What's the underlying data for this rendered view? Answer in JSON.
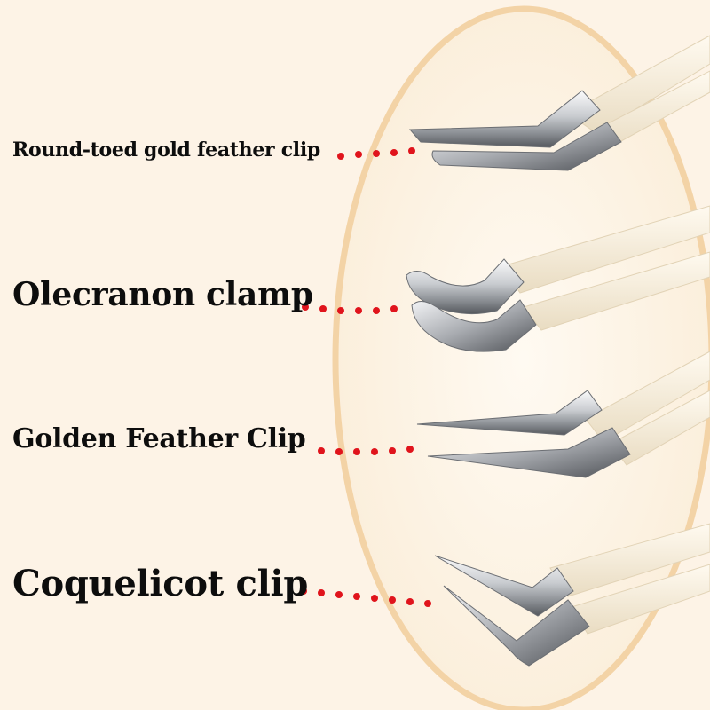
{
  "labels": [
    "Round-toed gold feather clip",
    "Olecranon clamp",
    "Golden Feather Clip",
    "Coquelicot clip"
  ],
  "colors": {
    "background": "#fdf3e6",
    "ellipse_outline": "#f3d3a6",
    "leader_dots": "#e0141c",
    "handle": "#f4ead6",
    "steel_light": "#f2f3f5",
    "steel_dark": "#55585d"
  }
}
